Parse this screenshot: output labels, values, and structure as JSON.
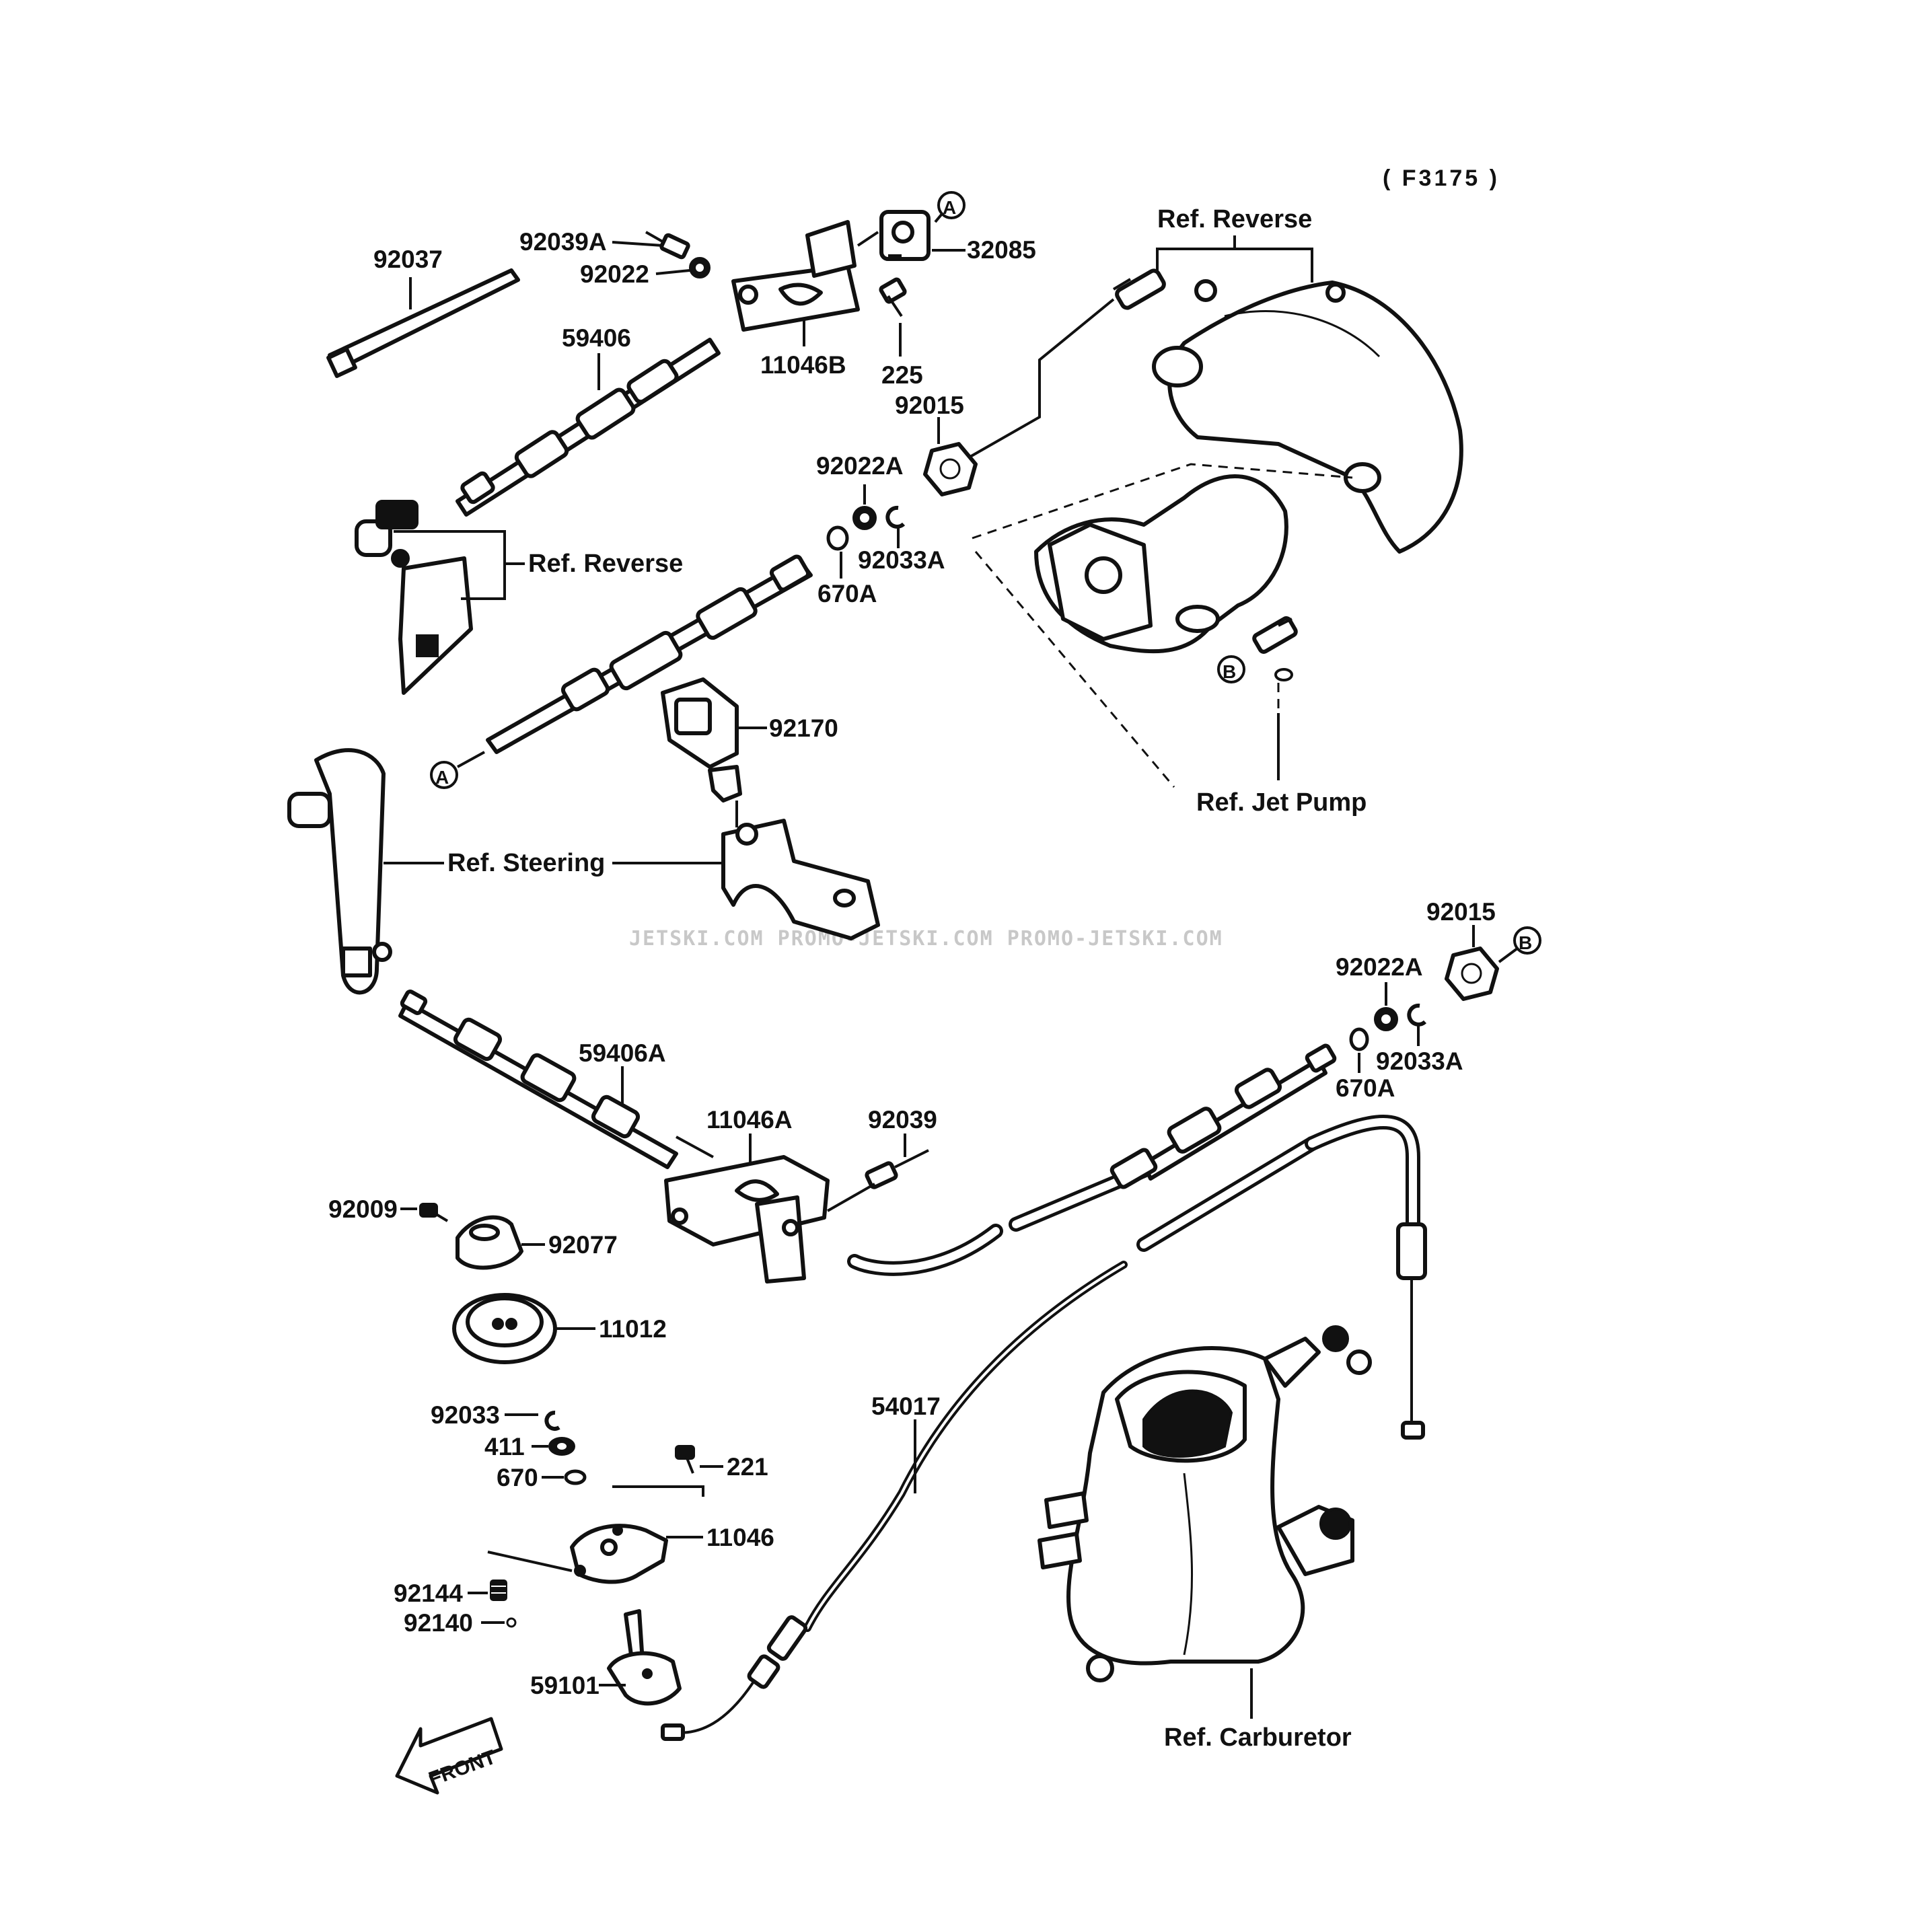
{
  "diagram": {
    "code": "( F3175 )",
    "watermark": "JETSKI.COM   PROMO-JETSKI.COM   PROMO-JETSKI.COM",
    "front_label": "FRONT",
    "markers": {
      "A": "A",
      "B": "B"
    },
    "parts": {
      "p92037": "92037",
      "p92039A": "92039A",
      "p92022": "92022",
      "p11046B": "11046B",
      "p32085": "32085",
      "p225": "225",
      "p59406": "59406",
      "p92015_top": "92015",
      "p92022A_top": "92022A",
      "p92033A_top": "92033A",
      "p670A_top": "670A",
      "p92170": "92170",
      "p92015_right": "92015",
      "p92022A_right": "92022A",
      "p92033A_right": "92033A",
      "p670A_right": "670A",
      "p59406A": "59406A",
      "p11046A": "11046A",
      "p92039": "92039",
      "p92009": "92009",
      "p92077": "92077",
      "p11012": "11012",
      "p54017": "54017",
      "p92033": "92033",
      "p411": "411",
      "p670": "670",
      "p221": "221",
      "p11046": "11046",
      "p92144": "92144",
      "p92140": "92140",
      "p59101": "59101"
    },
    "refs": {
      "reverse_top": "Ref. Reverse",
      "reverse_left": "Ref. Reverse",
      "jet_pump": "Ref. Jet Pump",
      "steering": "Ref. Steering",
      "carburetor": "Ref. Carburetor"
    }
  }
}
